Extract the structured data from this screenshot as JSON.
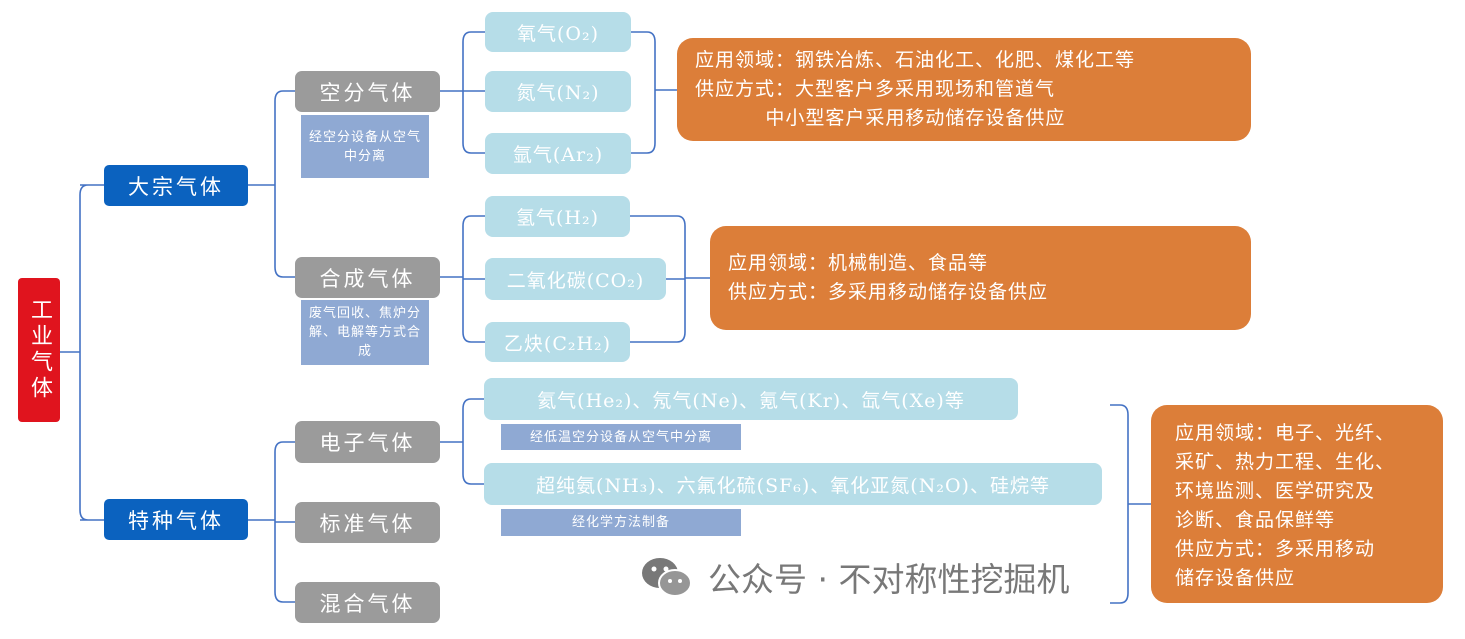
{
  "root": "工业气体",
  "level1": [
    "大宗气体",
    "特种气体"
  ],
  "bulk": {
    "air": {
      "label": "空分气体",
      "note": "经空分设备从空气中分离",
      "gases": [
        "氧气(O₂)",
        "氮气(N₂)",
        "氩气(Ar₂)"
      ],
      "info": [
        "应用领域：钢铁冶炼、石油化工、化肥、煤化工等",
        "供应方式：大型客户多采用现场和管道气",
        "          中小型客户采用移动储存设备供应"
      ]
    },
    "synth": {
      "label": "合成气体",
      "note": "废气回收、焦炉分解、电解等方式合成",
      "gases": [
        "氢气(H₂)",
        "二氧化碳(CO₂)",
        "乙炔(C₂H₂)"
      ],
      "info": [
        "应用领域：机械制造、食品等",
        "供应方式：多采用移动储存设备供应"
      ]
    }
  },
  "special": {
    "types": [
      "电子气体",
      "标准气体",
      "混合气体"
    ],
    "electronic": [
      {
        "label": "氦气(He₂)、氖气(Ne)、氪气(Kr)、氙气(Xe)等",
        "note": "经低温空分设备从空气中分离"
      },
      {
        "label": "超纯氨(NH₃)、六氟化硫(SF₆)、氧化亚氮(N₂O)、硅烷等",
        "note": "经化学方法制备"
      }
    ],
    "info": [
      "应用领域：电子、光纤、",
      "采矿、热力工程、生化、",
      "环境监测、医学研究及",
      "诊断、食品保鲜等",
      "供应方式：多采用移动",
      "储存设备供应"
    ]
  },
  "watermark": "公众号 · 不对称性挖掘机",
  "colors": {
    "root": "#E0141E",
    "level1": "#0B62BF",
    "level2": "#9B9B9B",
    "note": "#8FA9D3",
    "gas": "#B6DDE8",
    "info": "#DC7E39",
    "line": "#4472C4"
  }
}
